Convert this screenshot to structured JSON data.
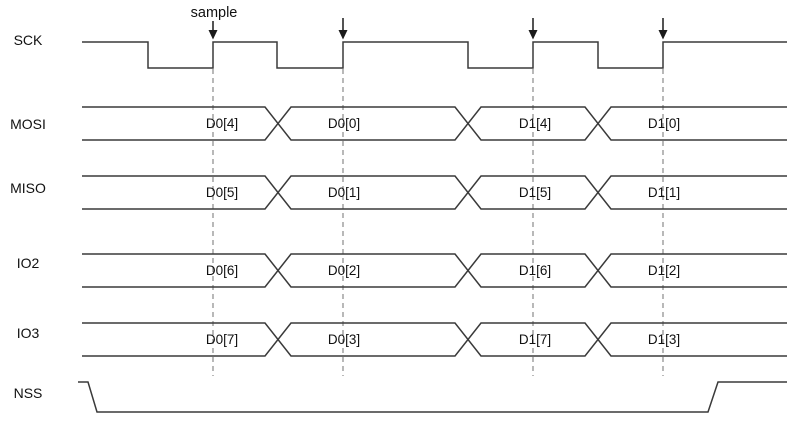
{
  "colors": {
    "waveform": "#3a3a3a",
    "dashed_guide": "#8a8a8a",
    "text": "#111111",
    "background": "#ffffff"
  },
  "annotation": {
    "sample_label": "sample"
  },
  "signals": [
    {
      "name": "SCK"
    },
    {
      "name": "MOSI",
      "values": [
        "D0[4]",
        "D0[0]",
        "D1[4]",
        "D1[0]"
      ]
    },
    {
      "name": "MISO",
      "values": [
        "D0[5]",
        "D0[1]",
        "D1[5]",
        "D1[1]"
      ]
    },
    {
      "name": "IO2",
      "values": [
        "D0[6]",
        "D0[2]",
        "D1[6]",
        "D1[2]"
      ]
    },
    {
      "name": "IO3",
      "values": [
        "D0[7]",
        "D0[3]",
        "D1[7]",
        "D1[3]"
      ]
    },
    {
      "name": "NSS"
    }
  ]
}
